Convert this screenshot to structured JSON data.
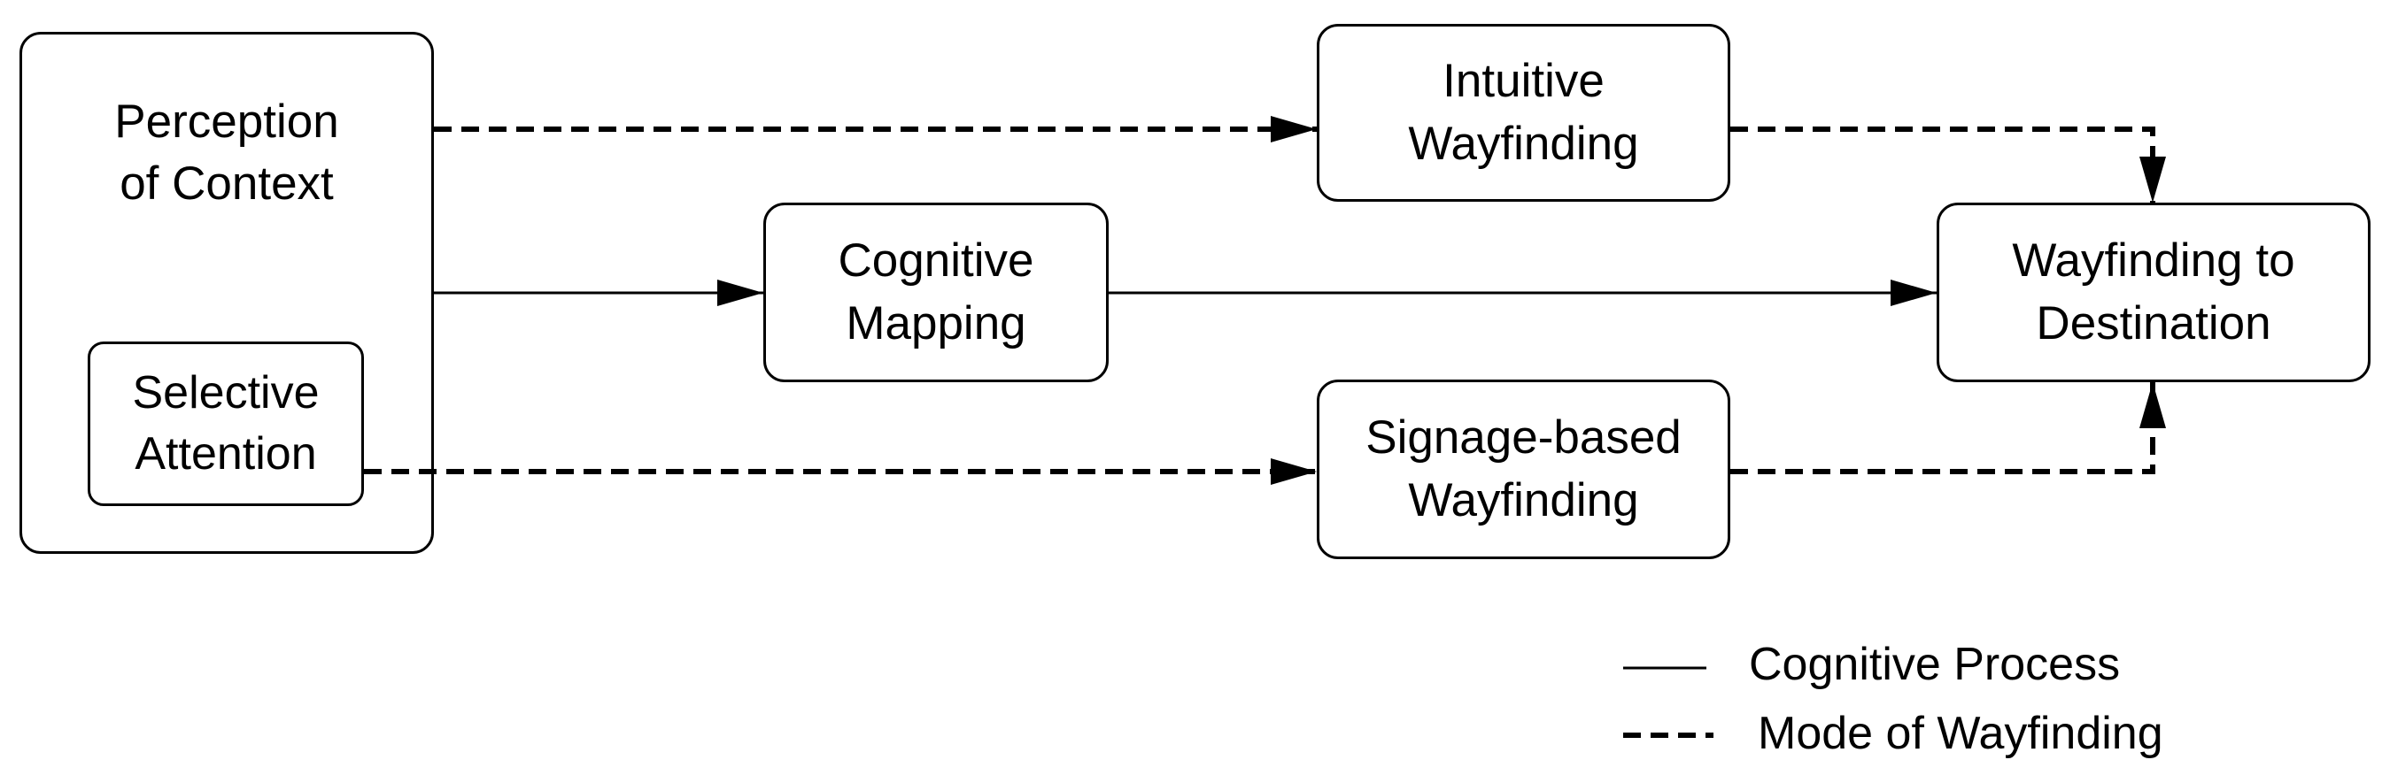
{
  "nodes": {
    "perception": {
      "lines": [
        "Perception",
        "of Context"
      ]
    },
    "selective": {
      "lines": [
        "Selective",
        "Attention"
      ]
    },
    "cognitive": {
      "lines": [
        "Cognitive",
        "Mapping"
      ]
    },
    "intuitive": {
      "lines": [
        "Intuitive",
        "Wayfinding"
      ]
    },
    "signage": {
      "lines": [
        "Signage-based",
        "Wayfinding"
      ]
    },
    "destination": {
      "lines": [
        "Wayfinding to",
        "Destination"
      ]
    }
  },
  "edges": [
    {
      "from": "perception",
      "to": "intuitive",
      "style": "dashed"
    },
    {
      "from": "perception",
      "to": "cognitive",
      "style": "solid"
    },
    {
      "from": "cognitive",
      "to": "destination",
      "style": "solid"
    },
    {
      "from": "selective",
      "to": "signage",
      "style": "dashed"
    },
    {
      "from": "intuitive",
      "to": "destination",
      "style": "dashed"
    },
    {
      "from": "signage",
      "to": "destination",
      "style": "dashed"
    }
  ],
  "legend": {
    "solid": "Cognitive Process",
    "dashed": "Mode of Wayfinding"
  },
  "colors": {
    "stroke": "#000000",
    "background": "#ffffff"
  }
}
